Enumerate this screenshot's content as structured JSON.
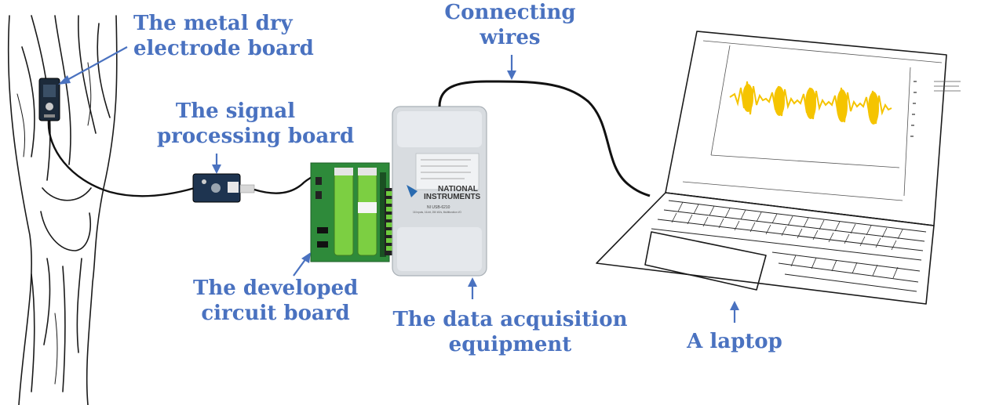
{
  "labels": {
    "electrode": {
      "line1": "The metal dry",
      "line2": "electrode board"
    },
    "signal": {
      "line1": "The signal",
      "line2": "processing board"
    },
    "wires": {
      "line1": "Connecting",
      "line2": "wires"
    },
    "circuit": {
      "line1": "The developed",
      "line2": "circuit board"
    },
    "daq": {
      "line1": "The data acquisition",
      "line2": "equipment"
    },
    "laptop": {
      "line1": "A laptop"
    }
  },
  "device_text": {
    "brand_line1": "NATIONAL",
    "brand_line2": "INSTRUMENTS",
    "model": "NI USB-6210",
    "model_sub": "16 Inputs, 16-bit, 250 kS/s, Multifunction I/O"
  },
  "colors": {
    "label": "#4a72c0",
    "signal_trace": "#f5c400",
    "pcb": "#2e8a3a",
    "battery": "#7ccf42",
    "daq_body": "#d8dce0"
  }
}
